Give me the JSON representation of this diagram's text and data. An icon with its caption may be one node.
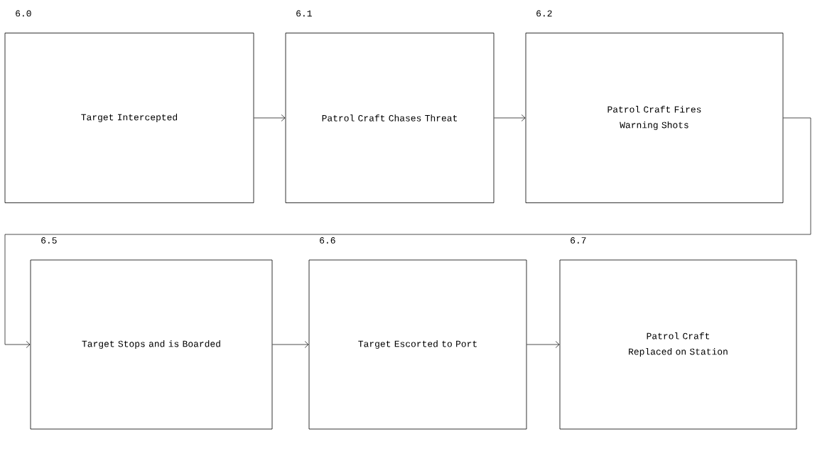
{
  "diagram": {
    "nodes": [
      {
        "text": [
          "Target Intercepted"
        ],
        "beside": [
          "6.0"
        ]
      },
      {
        "text": [
          "Patrol Craft Chases Threat"
        ],
        "beside": [
          "6.1"
        ]
      },
      {
        "text": [
          "Patrol Craft Fires Warning Shots"
        ],
        "beside": [
          "6.2"
        ]
      },
      {
        "text": [
          "Target Stops and is Boarded"
        ],
        "beside": [
          "6.5"
        ]
      },
      {
        "text": [
          "Target Escorted to Port"
        ],
        "beside": [
          "6.6"
        ]
      },
      {
        "text": [
          "Patrol Craft Replaced on Station"
        ],
        "beside": [
          "6.7"
        ]
      }
    ],
    "edges": [
      {
        "from": 0,
        "to": 1,
        "arrow": "to"
      },
      {
        "from": 1,
        "to": 2,
        "arrow": "to"
      },
      {
        "from": 2,
        "to": 3,
        "arrow": "to"
      },
      {
        "from": 3,
        "to": 4,
        "arrow": "to"
      },
      {
        "from": 4,
        "to": 5,
        "arrow": "to"
      }
    ]
  }
}
